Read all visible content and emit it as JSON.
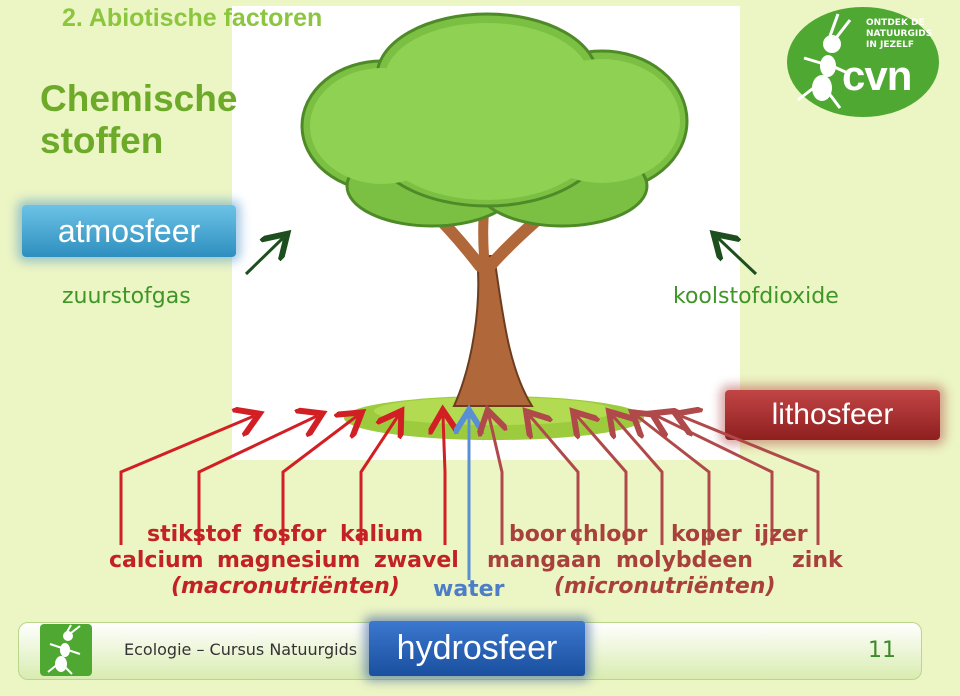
{
  "header": {
    "section_title": "2. Abiotische factoren",
    "title": "Chemische stoffen"
  },
  "logo": {
    "text": "cvn",
    "line1": "ONTDEK DE",
    "line2": "NATUURGIDS",
    "line3": "IN JEZELF"
  },
  "boxes": {
    "atmosfeer": "atmosfeer",
    "lithosfeer": "lithosfeer",
    "hydrosfeer": "hydrosfeer"
  },
  "gases": {
    "left": "zuurstofgas",
    "right": "koolstofdioxide"
  },
  "macro": {
    "row1": [
      "stikstof",
      "fosfor",
      "kalium"
    ],
    "row2": [
      "calcium",
      "magnesium",
      "zwavel"
    ],
    "note": "(macronutriënten)"
  },
  "micro": {
    "row1": [
      "boor",
      "chloor",
      "koper",
      "ijzer"
    ],
    "row2": [
      "mangaan",
      "molybdeen",
      "zink"
    ],
    "note": "(micronutriënten)"
  },
  "water": "water",
  "footer": {
    "text": "Ecologie – Cursus Natuurgids",
    "page": "11"
  },
  "colors": {
    "macro": "#c22126",
    "micro": "#a8403c",
    "water": "#4c7dc6",
    "title": "#6eaa2a",
    "atmosfeer": "#2e8fbf",
    "lithosfeer": "#8e1f1f",
    "hydrosfeer": "#1a4f9e"
  }
}
